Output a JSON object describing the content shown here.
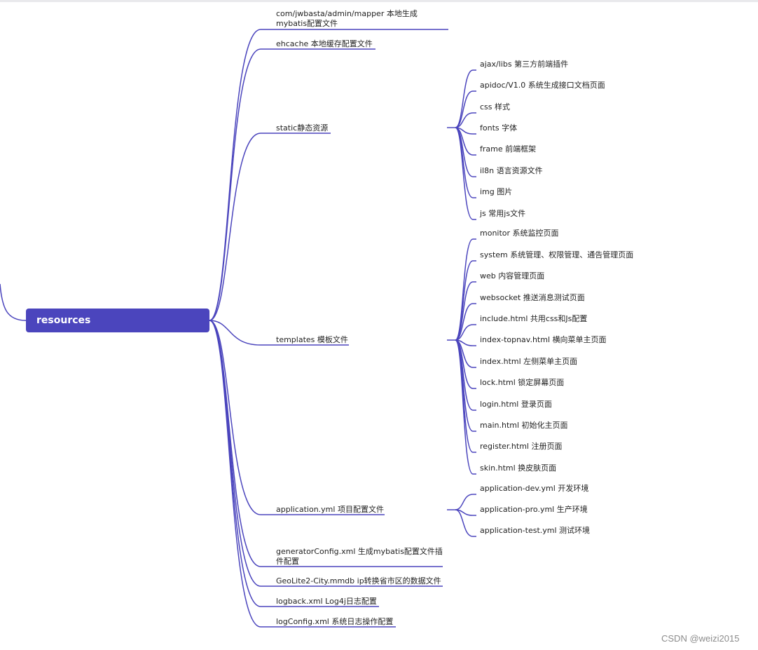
{
  "colors": {
    "accent": "#4b45bd",
    "line": "#4b45bd",
    "text": "#1f1f1f",
    "watermark": "#8c8c8c"
  },
  "root": {
    "label": "resources"
  },
  "children": [
    {
      "label": "com/jwbasta/admin/mapper 本地生成mybatis配置文件"
    },
    {
      "label": "ehcache 本地缓存配置文件"
    },
    {
      "label": "static静态资源",
      "children": [
        "ajax/libs 第三方前端插件",
        "apidoc/V1.0 系统生成接口文档页面",
        "css 样式",
        "fonts 字体",
        "frame 前端框架",
        "il8n 语言资源文件",
        "img 图片",
        "js 常用js文件"
      ]
    },
    {
      "label": "templates 模板文件",
      "children": [
        "monitor 系统监控页面",
        "system 系统管理、权限管理、通告管理页面",
        "web 内容管理页面",
        "websocket 推送消息测试页面",
        "include.html 共用css和Js配置",
        "index-topnav.html 横向菜单主页面",
        "index.html 左侧菜单主页面",
        "lock.html 锁定屏幕页面",
        "login.html 登录页面",
        "main.html 初始化主页面",
        "register.html 注册页面",
        "skin.html 换皮肤页面"
      ]
    },
    {
      "label": "application.yml 项目配置文件",
      "children": [
        "application-dev.yml 开发环境",
        "application-pro.yml 生产环境",
        "application-test.yml 测试环境"
      ]
    },
    {
      "label": "generatorConfig.xml 生成mybatis配置文件插件配置"
    },
    {
      "label": "GeoLite2-City.mmdb ip转换省市区的数据文件"
    },
    {
      "label": "logback.xml Log4j日志配置"
    },
    {
      "label": "logConfig.xml 系统日志操作配置"
    }
  ],
  "watermark": "CSDN @weizi2015"
}
